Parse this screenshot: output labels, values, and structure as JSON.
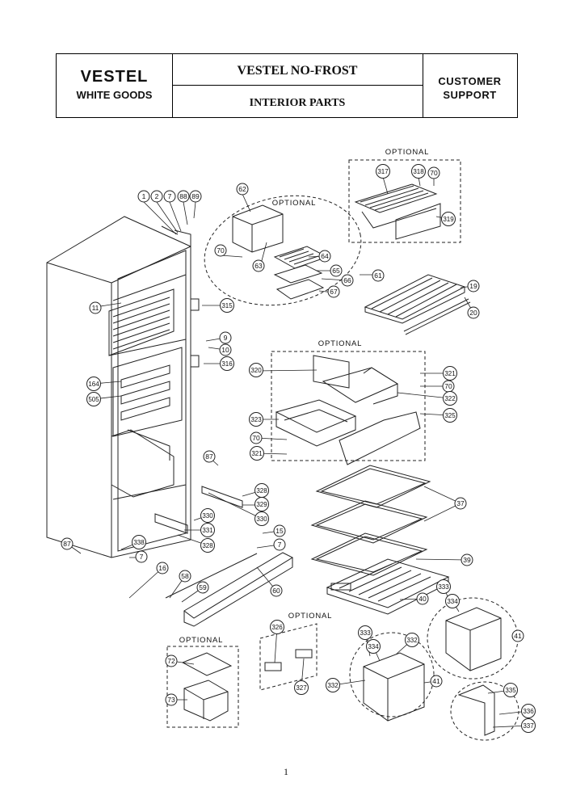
{
  "header": {
    "brand": "VESTEL",
    "brand_sub": "WHITE GOODS",
    "title": "VESTEL NO-FROST",
    "subtitle": "INTERIOR PARTS",
    "right_line1": "CUSTOMER",
    "right_line2": "SUPPORT"
  },
  "optional_label": "OPTIONAL",
  "callouts": [
    "1",
    "2",
    "7",
    "88",
    "89",
    "62",
    "70",
    "63",
    "64",
    "65",
    "66",
    "67",
    "61",
    "317",
    "318",
    "70",
    "319",
    "19",
    "20",
    "11",
    "315",
    "9",
    "10",
    "316",
    "164",
    "505",
    "320",
    "321",
    "70",
    "322",
    "323",
    "325",
    "70",
    "321",
    "87",
    "328",
    "329",
    "330",
    "330",
    "331",
    "328",
    "15",
    "7",
    "338",
    "7",
    "87",
    "16",
    "58",
    "59",
    "60",
    "37",
    "39",
    "40",
    "333",
    "334",
    "332",
    "41",
    "326",
    "327",
    "333",
    "334",
    "332",
    "41",
    "335",
    "336",
    "337",
    "72",
    "73"
  ],
  "page_number": "1"
}
